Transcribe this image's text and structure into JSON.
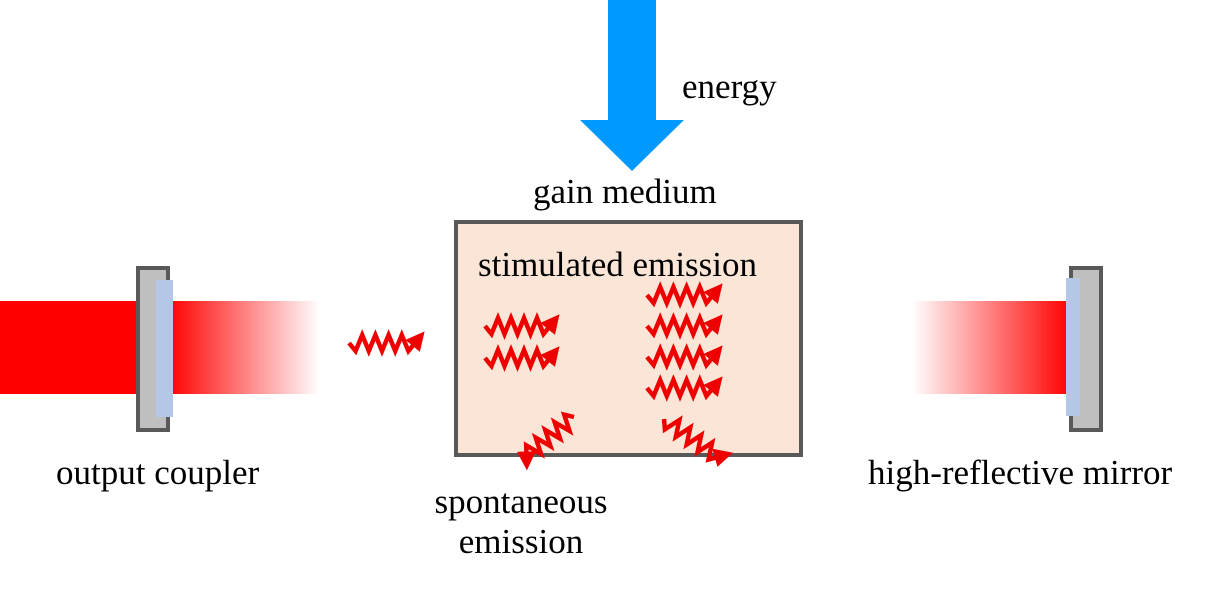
{
  "diagram": {
    "energy_label": "energy",
    "gain_medium_label": "gain medium",
    "stimulated_label": "stimulated emission",
    "spontaneous_label": "spontaneous emission",
    "output_coupler_label": "output coupler",
    "hr_mirror_label": "high-reflective mirror"
  },
  "colors": {
    "beam": "#ff0000",
    "photon": "#ee0000",
    "pump_arrow": "#0099ff",
    "gain_fill": "#fbe5d6",
    "gain_border": "#595959",
    "mirror_frame": "#595959",
    "mirror_body": "#bfbfbf",
    "mirror_coating": "#b4c7e7"
  }
}
